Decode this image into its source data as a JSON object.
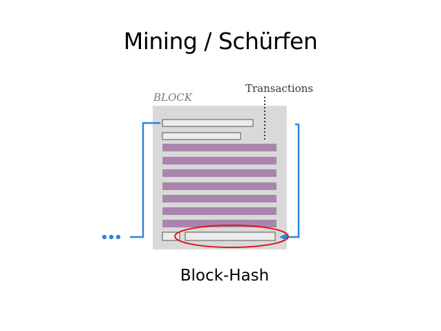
{
  "slide": {
    "title": "Mining / Schürfen",
    "caption": "Block-Hash"
  },
  "diagram": {
    "block_label": "BLOCK",
    "transactions_label": "Transactions",
    "continuation_icon": "three-dots-icon",
    "colors": {
      "block_background": "#d9d9d9",
      "transaction_fill": "#a985ae",
      "arrow": "#2a86e0",
      "highlight_ellipse": "#e11414",
      "field_border": "#555555"
    }
  }
}
